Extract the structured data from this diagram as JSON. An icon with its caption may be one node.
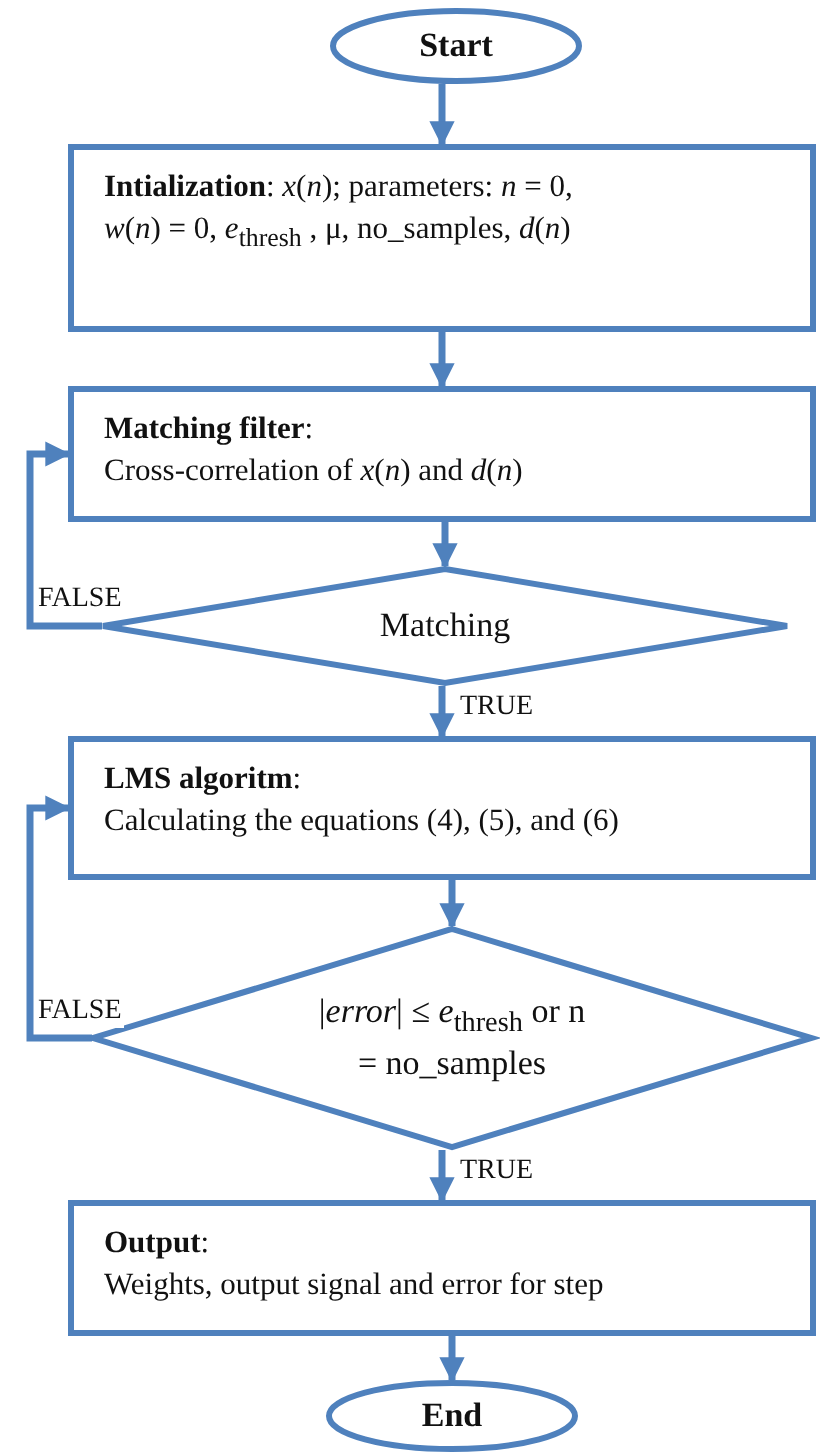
{
  "diagram": {
    "nodes": [
      {
        "text": [
          "Start"
        ]
      },
      {
        "text": [
          "**Intialization**: *x*(*n*); parameters: *n* = 0, *w*(*n*) = 0, *e*$_{thresh}$ , μ, no_samples, *d*(*n*)"
        ]
      },
      {
        "text": [
          "**Matching filter**:",
          "Cross-correlation of *x*(*n*) and *d*(*n*)"
        ]
      },
      {
        "text": [
          "Matching"
        ]
      },
      {
        "text": [
          "**LMS algoritm**:",
          "Calculating the equations (4), (5), and (6)"
        ]
      },
      {
        "text": [
          "|*error*| ≤ *e*$_{thresh}$ or n = no_samples"
        ]
      },
      {
        "text": [
          "**Output**:",
          "Weights, output signal and error for step"
        ]
      },
      {
        "text": [
          "End"
        ]
      }
    ],
    "edges": [
      {
        "from": 0,
        "to": 1,
        "arrow": "to"
      },
      {
        "from": 1,
        "to": 2,
        "arrow": "to"
      },
      {
        "from": 2,
        "to": 3,
        "arrow": "to"
      },
      {
        "from": 3,
        "to": 4,
        "arrow": "to",
        "label": "TRUE"
      },
      {
        "from": 3,
        "to": 2,
        "arrow": "to",
        "label": "FALSE"
      },
      {
        "from": 4,
        "to": 5,
        "arrow": "to"
      },
      {
        "from": 5,
        "to": 6,
        "arrow": "to",
        "label": "TRUE"
      },
      {
        "from": 5,
        "to": 4,
        "arrow": "to",
        "label": "FALSE"
      },
      {
        "from": 6,
        "to": 7,
        "arrow": "to"
      }
    ]
  }
}
